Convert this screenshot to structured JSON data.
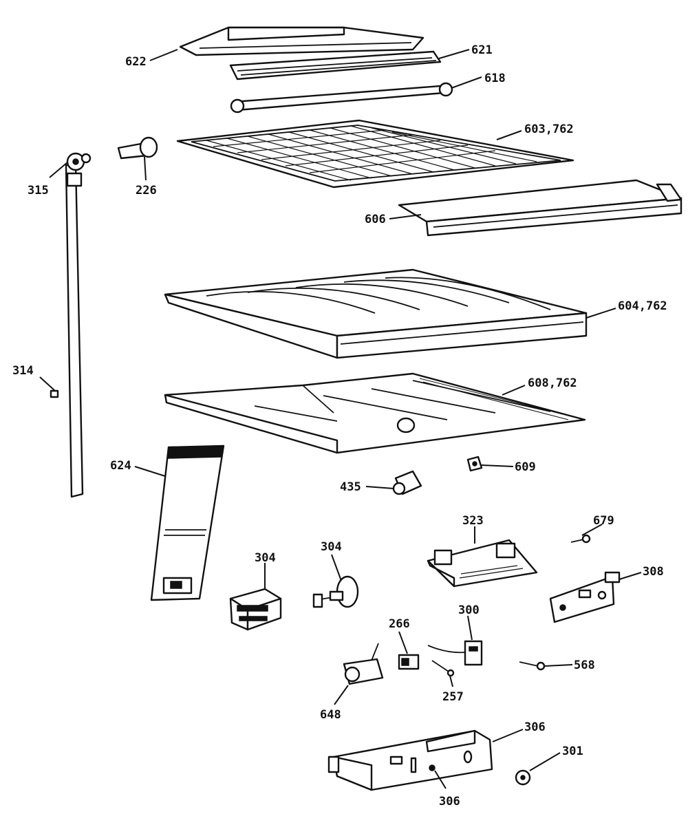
{
  "labels": {
    "p622": "622",
    "p621": "621",
    "p618": "618",
    "p603": "603,762",
    "p315": "315",
    "p226": "226",
    "p606": "606",
    "p604": "604,762",
    "p314": "314",
    "p608": "608,762",
    "p609": "609",
    "p624": "624",
    "p435": "435",
    "p679": "679",
    "p323": "323",
    "p304a": "304",
    "p304b": "304",
    "p308": "308",
    "p266": "266",
    "p300": "300",
    "p568": "568",
    "p257": "257",
    "p648": "648",
    "p306a": "306",
    "p301": "301",
    "p306b": "306"
  }
}
